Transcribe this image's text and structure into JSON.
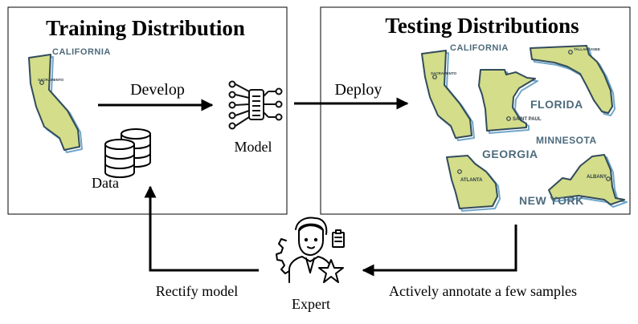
{
  "diagram": {
    "training": {
      "title": "Training Distribution",
      "state_label": "CALIFORNIA",
      "city_label": "SACRAMENTO"
    },
    "testing": {
      "title": "Testing Distributions",
      "states": {
        "california": "CALIFORNIA",
        "florida": "FLORIDA",
        "minnesota": "MINNESOTA",
        "georgia": "GEORGIA",
        "new_york": "NEW YORK"
      },
      "cities": {
        "sacramento": "SACRAMENTO",
        "tallahassee": "TALLAHASSEE",
        "saint_paul": "SAINT PAUL",
        "atlanta": "ATLANTA",
        "albany": "ALBANY"
      }
    },
    "nodes": {
      "data": "Data",
      "model": "Model",
      "expert": "Expert"
    },
    "edges": {
      "develop": "Develop",
      "deploy": "Deploy",
      "annotate": "Actively annotate a few samples",
      "rectify": "Rectify model"
    },
    "colors": {
      "state_fill": "#d3dd8a",
      "state_outline": "#334b5b",
      "state_shadow": "#6fa6c8",
      "state_label": "#4d6b7c"
    }
  }
}
